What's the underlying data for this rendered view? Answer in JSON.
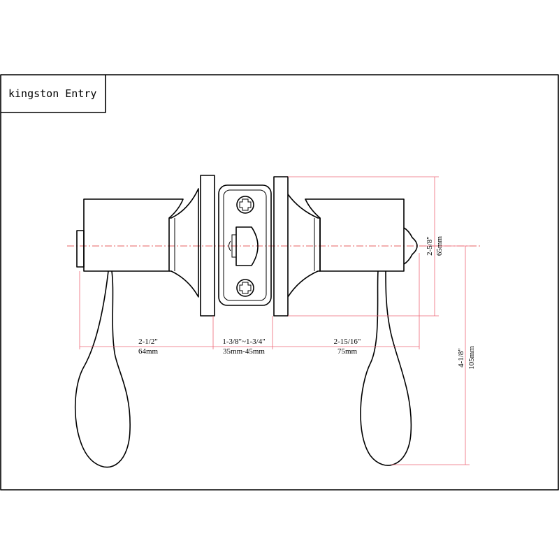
{
  "title": "kingston Entry",
  "dimensions": {
    "left_rose": {
      "imperial": "2-1/2\"",
      "metric": "64mm"
    },
    "door_thickness": {
      "imperial": "1-3/8\"~1-3/4\"",
      "metric": "35mm-45mm"
    },
    "right_rose": {
      "imperial": "2-15/16\"",
      "metric": "75mm"
    },
    "rose_height": {
      "imperial": "2-5/8\"",
      "metric": "65mm"
    },
    "lever_drop": {
      "imperial": "4-1/8\"",
      "metric": "105mm"
    }
  },
  "colors": {
    "outline": "#000000",
    "dimension": "#ee6677",
    "centerline": "#e03030"
  }
}
